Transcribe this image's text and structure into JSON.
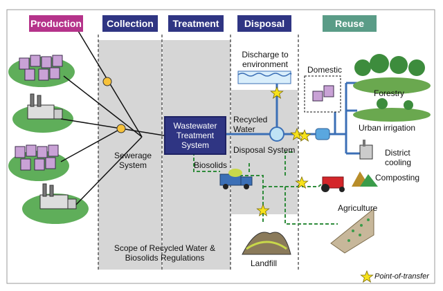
{
  "stages": {
    "production": "Production",
    "collection": "Collection",
    "treatment": "Treatment",
    "disposal": "Disposal",
    "reuse": "Reuse"
  },
  "labels": {
    "discharge": "Discharge to environment",
    "domestic": "Domestic",
    "forestry": "Forestry",
    "urban_irrigation": "Urban irrigation",
    "district_cooling": "District cooling",
    "recycled_water": "Recycled Water",
    "wwts": "Wastewater Treatment System",
    "disposal_system": "Disposal System",
    "sewerage_system": "Sewerage System",
    "biosolids": "Biosolids",
    "composting": "Composting",
    "agriculture": "Agriculture",
    "landfill": "Landfill",
    "scope": "Scope of Recycled Water & Biosolids Regulations",
    "point_of_transfer": "Point-of-transfer"
  },
  "colors": {
    "production": "#b5338a",
    "collection": "#2f3583",
    "treatment": "#2f3583",
    "disposal": "#2f3583",
    "reuse": "#5a9c87",
    "scope_band": "#d6d6d6",
    "pipe": "#3b6fb6",
    "biosolids_path": "#2e8b3a",
    "star": "#f7e21b"
  }
}
